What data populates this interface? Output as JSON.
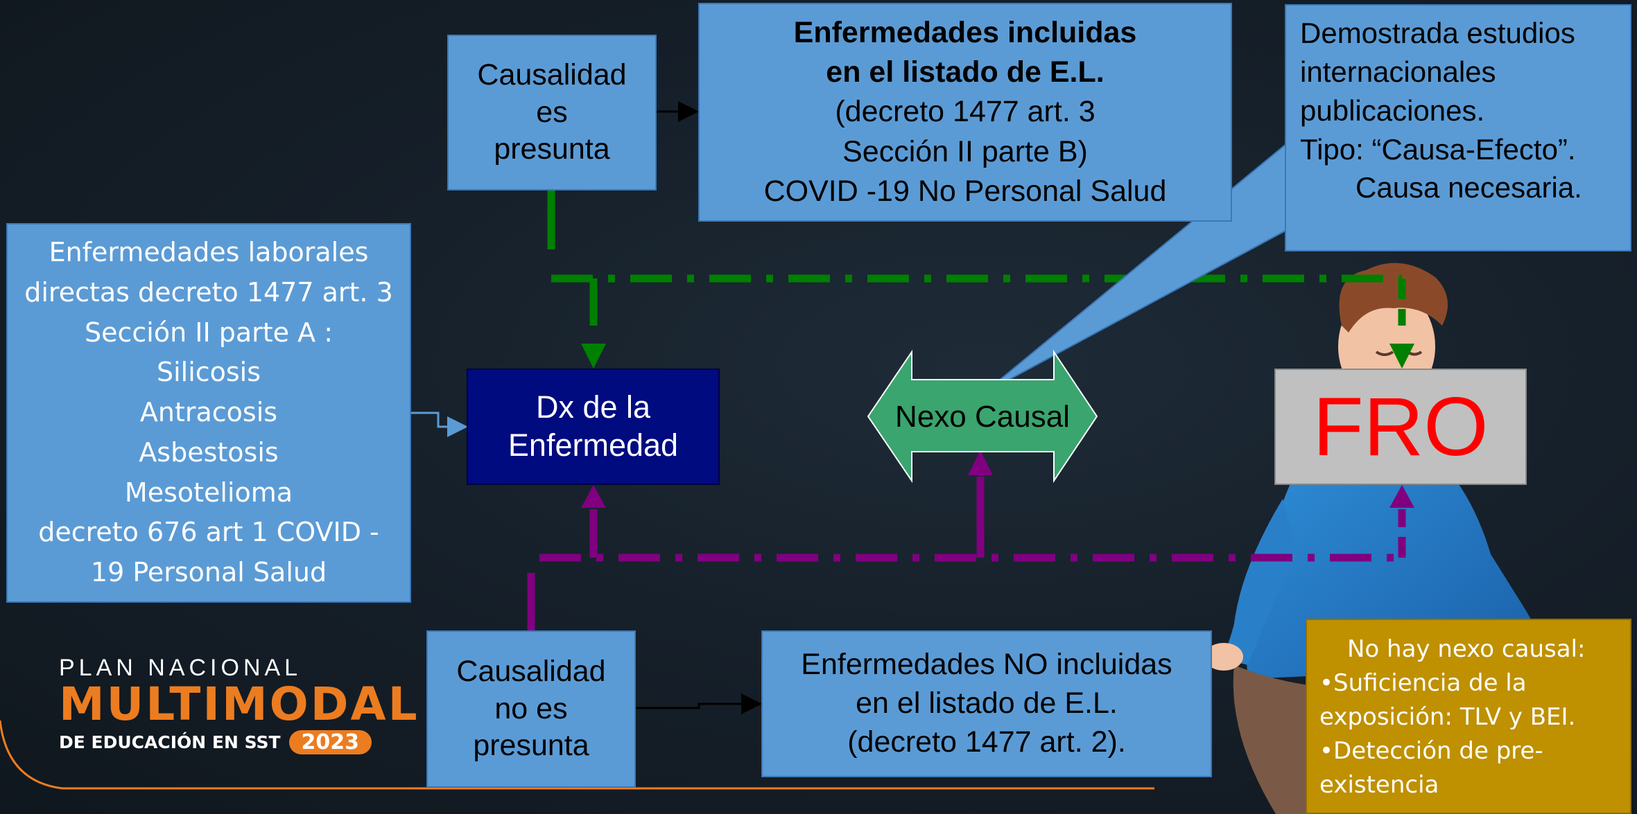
{
  "diagram": {
    "causalidad_presunta": [
      "Causalidad",
      "es",
      "presunta"
    ],
    "enf_incluidas": {
      "line1": "Enfermedades incluidas",
      "line2": "en el listado de E.L.",
      "line3": "(decreto 1477 art. 3",
      "line4": "Sección II parte B)",
      "line5": "COVID -19 No Personal Salud"
    },
    "demostrada": {
      "line1": "Demostrada estudios",
      "line2": "internacionales",
      "line3": "publicaciones.",
      "line4": "Tipo: “Causa-Efecto”.",
      "line5": "Causa necesaria."
    },
    "enf_directas": [
      "Enfermedades laborales",
      "directas decreto 1477 art. 3",
      "Sección II parte A :",
      "Silicosis",
      "Antracosis",
      "Asbestosis",
      "Mesotelioma",
      "decreto 676 art 1 COVID -",
      "19 Personal Salud"
    ],
    "dx": [
      "Dx de la",
      "Enfermedad"
    ],
    "nexo": "Nexo Causal",
    "fro": "FRO",
    "causalidad_no_presunta": [
      "Causalidad",
      "no es",
      "presunta"
    ],
    "enf_no_incluidas": [
      "Enfermedades NO incluidas",
      "en el listado de E.L.",
      "(decreto 1477 art. 2)."
    ],
    "no_nexo": {
      "title": "No hay nexo causal:",
      "items": [
        "•Suficiencia de la",
        "exposición: TLV y BEI.",
        "•Detección de pre-",
        "existencia"
      ]
    }
  },
  "logo": {
    "line1": "PLAN NACIONAL",
    "line2": "MULTIMODAL",
    "line3": "DE EDUCACIÓN EN SST",
    "year": "2023"
  },
  "colors": {
    "box_blue": "#5b9bd5",
    "dx_navy": "#000b80",
    "nexo_green": "#3aa56e",
    "fro_gray": "#c0c0c0",
    "fro_red": "#ff0000",
    "no_nexo_gold": "#bf9000",
    "green_line": "#008000",
    "purple_line": "#800080",
    "logo_orange": "#ec7c20"
  },
  "icons": [
    "meditating-person-illustration"
  ]
}
